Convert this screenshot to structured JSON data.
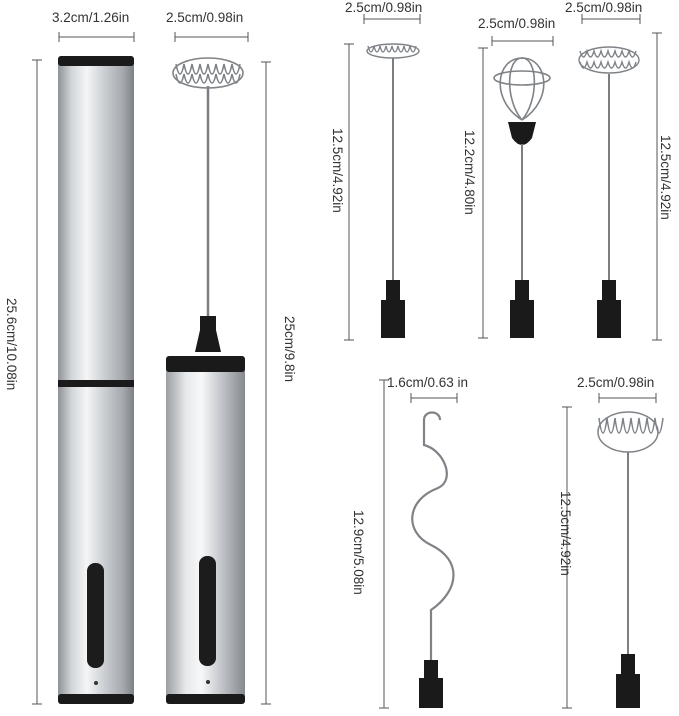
{
  "colors": {
    "steel_light": "#e4e6e8",
    "steel_dark": "#8e9296",
    "cap": "#1a1a1a",
    "dimension_line": "#555555"
  },
  "dimensions": {
    "body_width": "3.2cm/1.26in",
    "body_height": "25.6cm/10.08in",
    "mixer_width": "2.5cm/0.98in",
    "mixer_height": "25cm/9.8in",
    "coil_whisk_width": "2.5cm/0.98in",
    "coil_whisk_height": "12.5cm/4.92in",
    "balloon_whisk_width": "2.5cm/0.98in",
    "balloon_whisk_height": "12.2cm/4.80in",
    "double_coil_width": "2.5cm/0.98in",
    "double_coil_height": "12.5cm/4.92in",
    "spiral_hook_width": "1.6cm/0.63 in",
    "spiral_hook_height": "12.9cm/5.08in",
    "spring_whisk_width": "2.5cm/0.98in",
    "spring_whisk_height": "12.5cm/4.92in"
  }
}
